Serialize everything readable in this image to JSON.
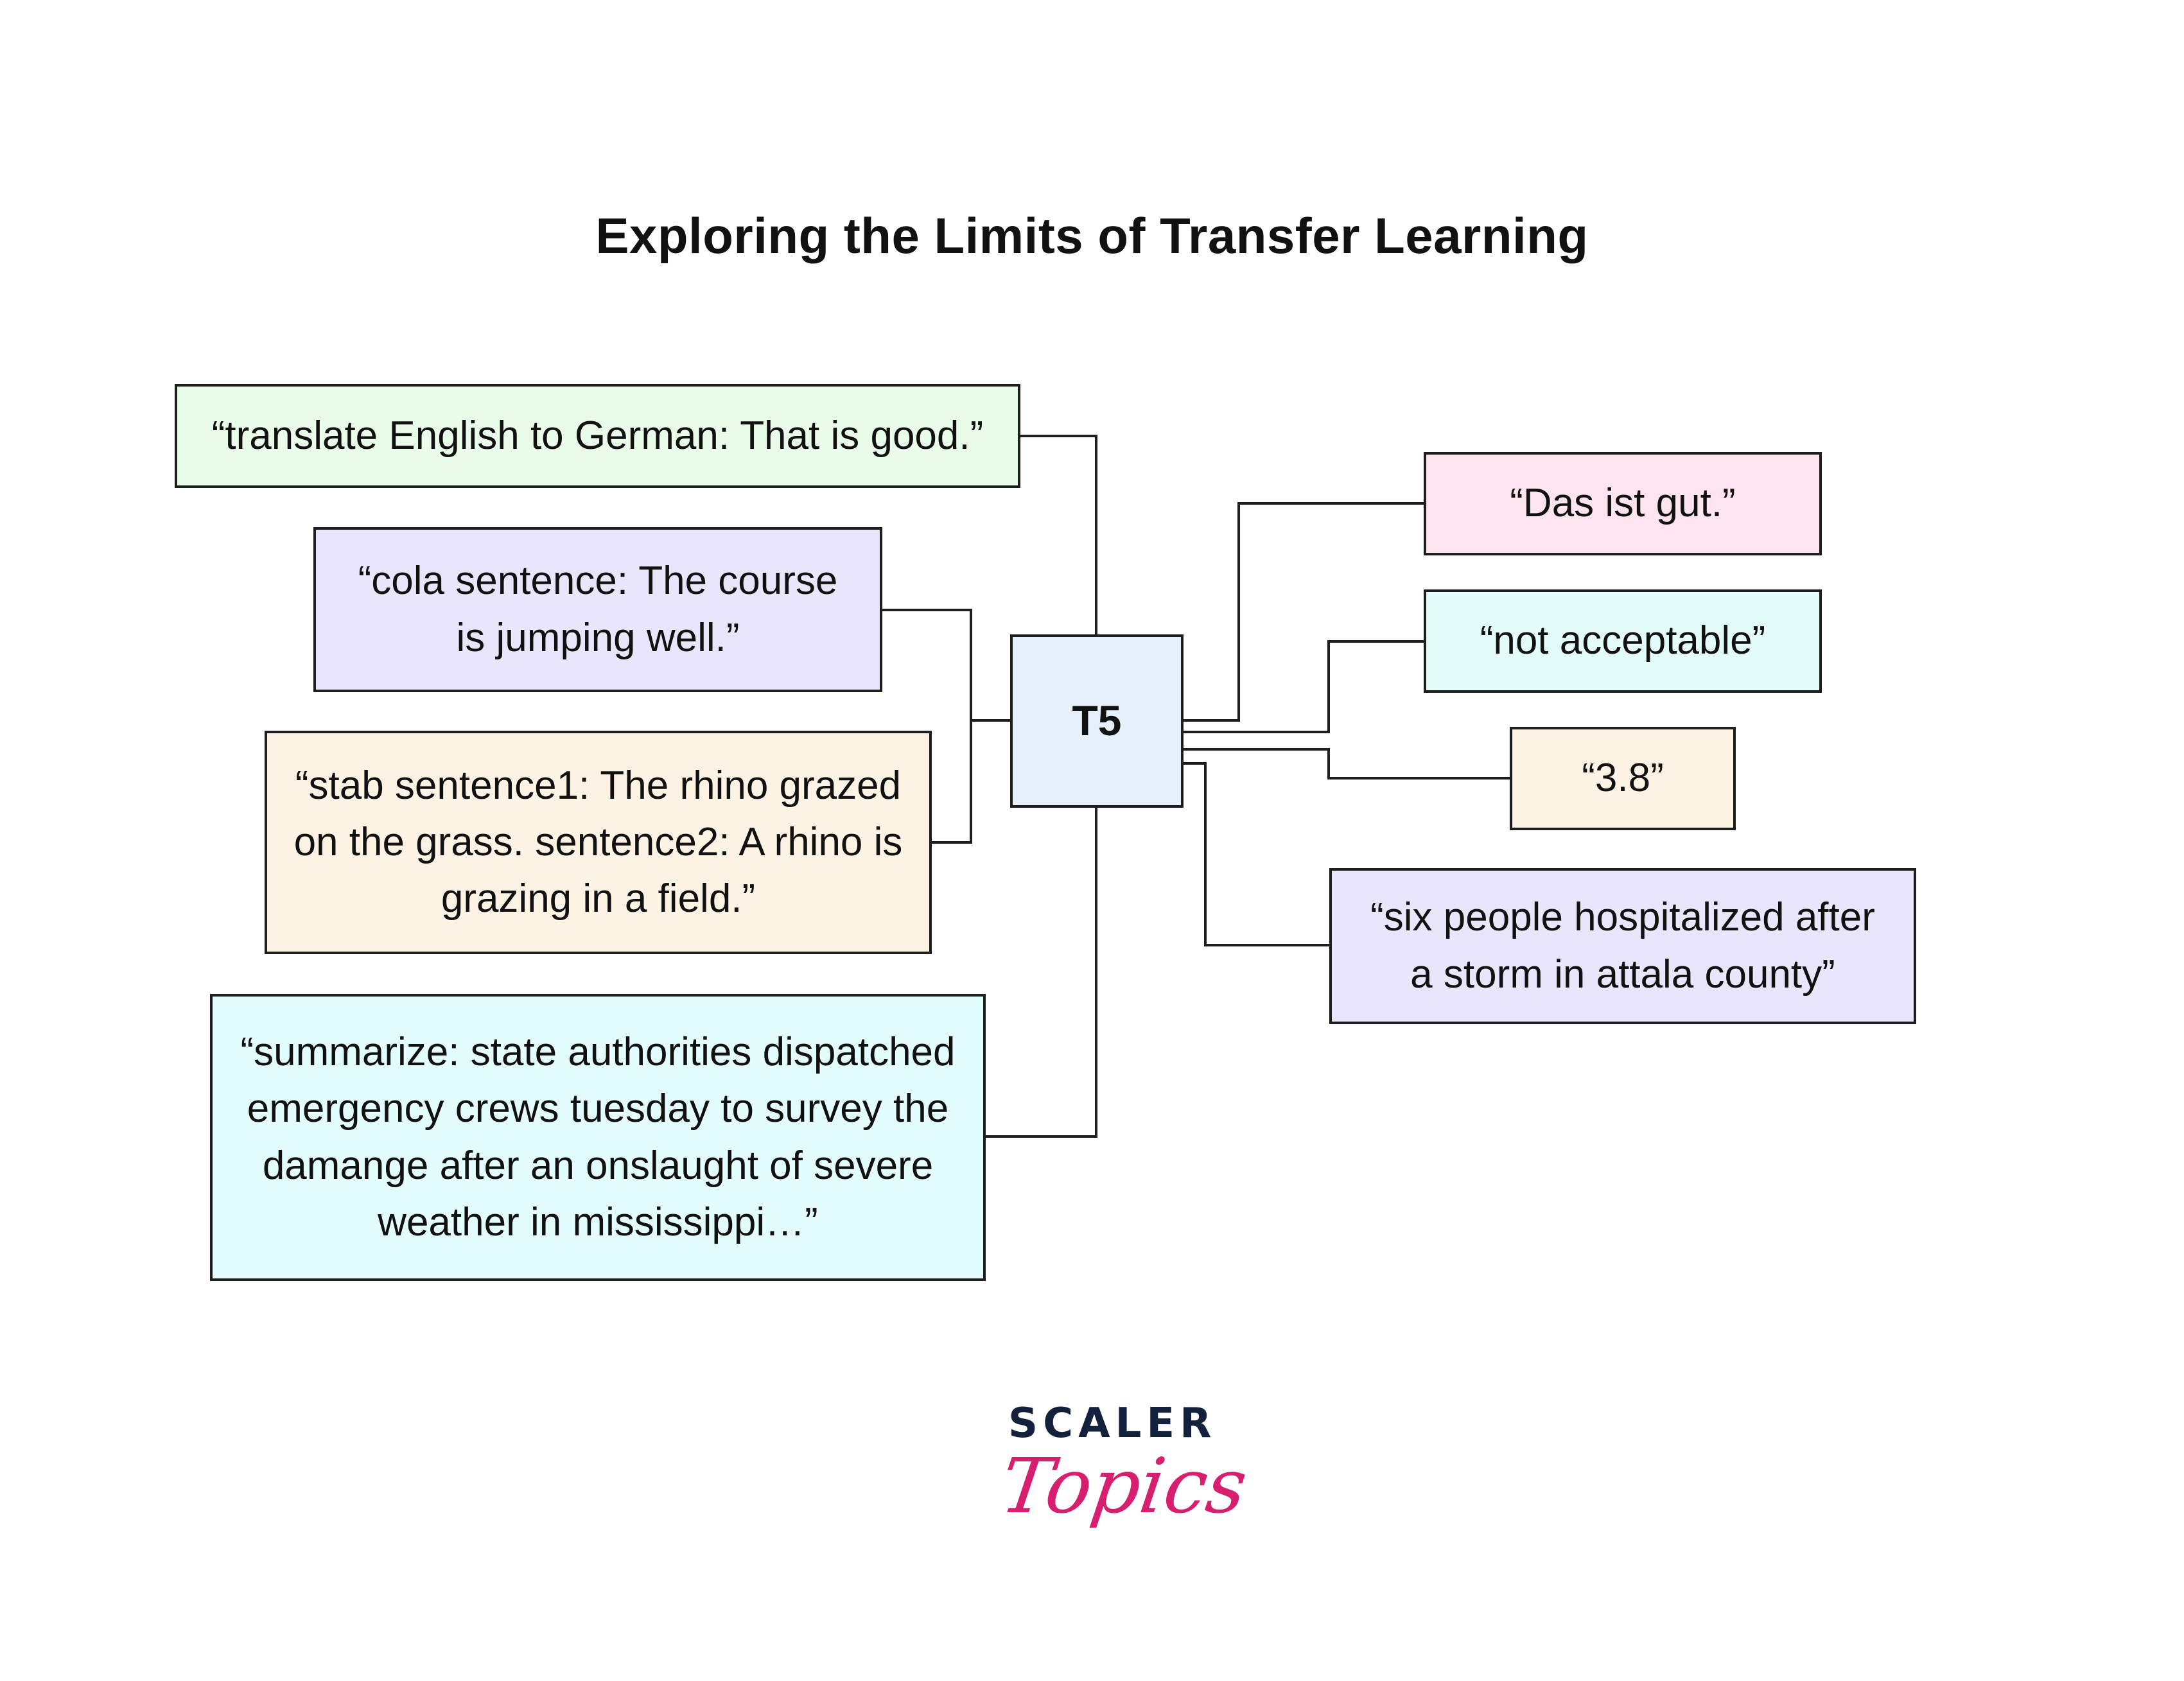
{
  "title": "Exploring the Limits of Transfer Learning",
  "center": {
    "label": "T5",
    "fill": "#e6f0fb"
  },
  "inputs": [
    {
      "text": "“translate English to German: That is good.”",
      "fill": "#e9fbe9"
    },
    {
      "text": "“cola sentence: The course is jumping well.”",
      "fill": "#e9e6fb"
    },
    {
      "text": "“stab sentence1: The rhino grazed on the grass. sentence2: A rhino is grazing in a field.”",
      "fill": "#fdf3e4"
    },
    {
      "text": "“summarize: state authorities dispatched emergency crews tuesday to survey the damange after an onslaught of severe weather in mississippi…”",
      "fill": "#e3fcfc"
    }
  ],
  "outputs": [
    {
      "text": "“Das ist gut.”",
      "fill": "#fde4ee"
    },
    {
      "text": "“not acceptable”",
      "fill": "#e3fcfa"
    },
    {
      "text": "“3.8”",
      "fill": "#fdf3e4"
    },
    {
      "text": "“six people hospitalized after a storm in attala county”",
      "fill": "#e9e6fb"
    }
  ],
  "logo": {
    "brand": "SCALER",
    "product": "Topics",
    "brand_color": "#14213d",
    "product_color": "#d6206f"
  }
}
